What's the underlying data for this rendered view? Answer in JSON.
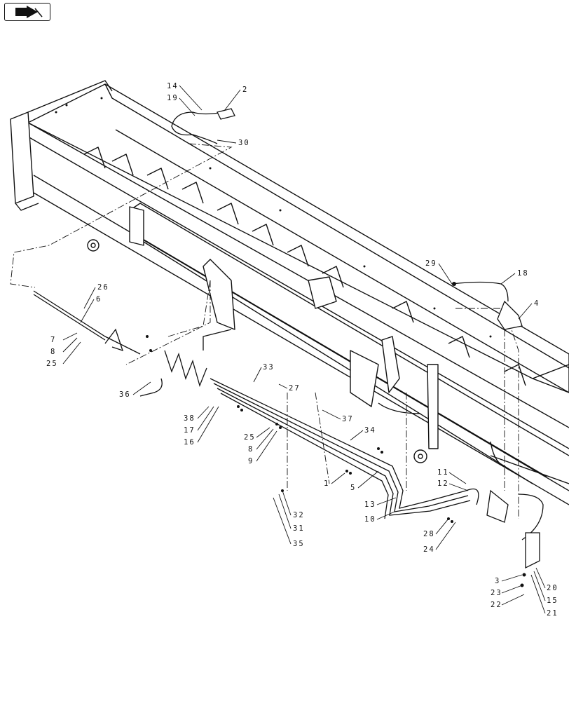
{
  "toolbar": {
    "nav_icon": "arrow-right-icon"
  },
  "callouts": [
    {
      "id": "c1",
      "label": "14"
    },
    {
      "id": "c2",
      "label": "19"
    },
    {
      "id": "c3",
      "label": "2"
    },
    {
      "id": "c4",
      "label": "30"
    },
    {
      "id": "c5",
      "label": "29"
    },
    {
      "id": "c6",
      "label": "18"
    },
    {
      "id": "c7",
      "label": "4"
    },
    {
      "id": "c8",
      "label": "26"
    },
    {
      "id": "c9",
      "label": "6"
    },
    {
      "id": "c10",
      "label": "7"
    },
    {
      "id": "c11",
      "label": "8"
    },
    {
      "id": "c12",
      "label": "25"
    },
    {
      "id": "c13",
      "label": "33"
    },
    {
      "id": "c14",
      "label": "27"
    },
    {
      "id": "c15",
      "label": "36"
    },
    {
      "id": "c16",
      "label": "34"
    },
    {
      "id": "c17",
      "label": "37"
    },
    {
      "id": "c18",
      "label": "38"
    },
    {
      "id": "c19",
      "label": "17"
    },
    {
      "id": "c20",
      "label": "16"
    },
    {
      "id": "c21",
      "label": "25"
    },
    {
      "id": "c22",
      "label": "8"
    },
    {
      "id": "c23",
      "label": "9"
    },
    {
      "id": "c24",
      "label": "1"
    },
    {
      "id": "c25",
      "label": "5"
    },
    {
      "id": "c26",
      "label": "11"
    },
    {
      "id": "c27",
      "label": "12"
    },
    {
      "id": "c28",
      "label": "13"
    },
    {
      "id": "c29",
      "label": "10"
    },
    {
      "id": "c30",
      "label": "32"
    },
    {
      "id": "c31",
      "label": "31"
    },
    {
      "id": "c32",
      "label": "35"
    },
    {
      "id": "c33",
      "label": "28"
    },
    {
      "id": "c34",
      "label": "24"
    },
    {
      "id": "c35",
      "label": "3"
    },
    {
      "id": "c36",
      "label": "20"
    },
    {
      "id": "c37",
      "label": "23"
    },
    {
      "id": "c38",
      "label": "15"
    },
    {
      "id": "c39",
      "label": "22"
    },
    {
      "id": "c40",
      "label": "21"
    }
  ]
}
